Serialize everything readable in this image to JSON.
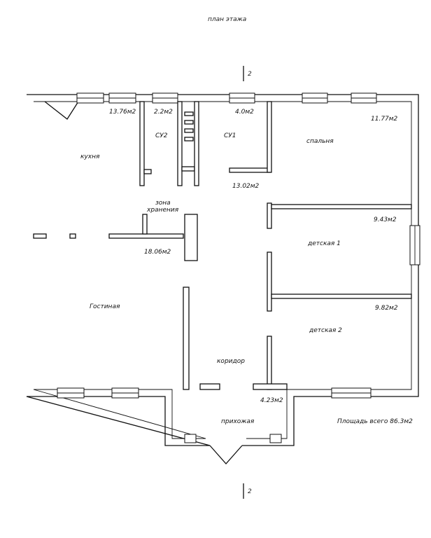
{
  "plan": {
    "title": "план этажа",
    "section_mark_top": "2",
    "section_mark_bottom": "2",
    "total_area": "Площадь всего 86.3м2"
  },
  "rooms": {
    "kitchen": {
      "name": "кухня",
      "area": "13.76м2"
    },
    "wc2": {
      "name": "СУ2",
      "area": "2.2м2"
    },
    "wc1": {
      "name": "СУ1",
      "area": "4.0м2"
    },
    "bedroom": {
      "name": "спальня",
      "area": "11.77м2"
    },
    "hall_upper": {
      "area": "13.02м2"
    },
    "storage": {
      "name": "зона хранения"
    },
    "living_area_mid": {
      "area": "18.06м2"
    },
    "kids1": {
      "name": "детская 1",
      "area": "9.43м2"
    },
    "kids2": {
      "name": "детская 2",
      "area": "9.82м2"
    },
    "living": {
      "name": "Гостиная"
    },
    "corridor": {
      "name": "коридор"
    },
    "entry": {
      "name": "прихожая",
      "area": "4.23м2"
    }
  },
  "storage_lines": [
    "зона",
    "хранения"
  ]
}
